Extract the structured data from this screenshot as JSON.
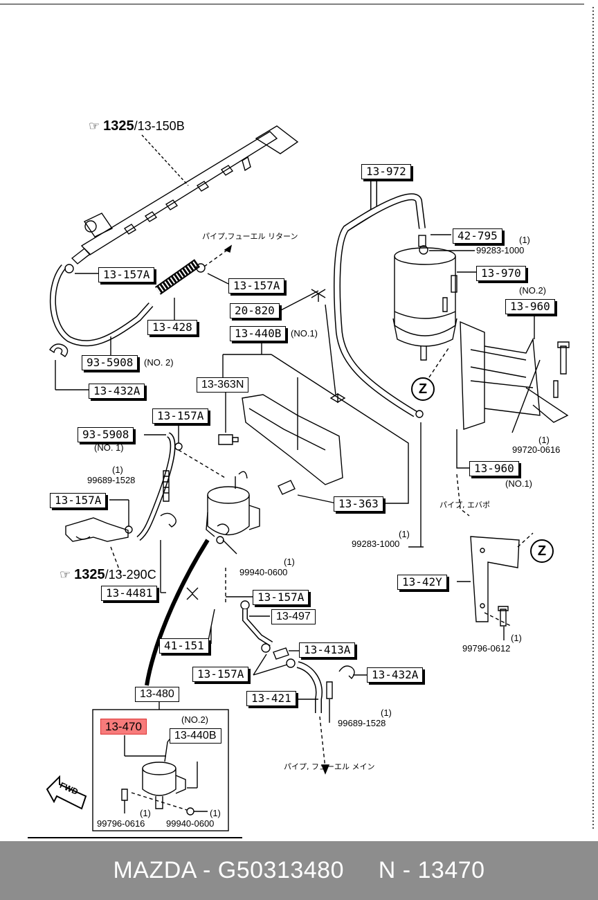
{
  "diagram": {
    "refs": [
      {
        "id": "ref-top",
        "prefix": "1325",
        "suffix": "/13-150B"
      },
      {
        "id": "ref-mid",
        "prefix": "1325",
        "suffix": "/13-290C"
      }
    ],
    "labels": {
      "l13972": "13-972",
      "l42795": "42-795",
      "l42795q": "(1)",
      "l99283a": "99283-1000",
      "l13970": "13-970",
      "l13960no2tag": "(NO.2)",
      "l13960a": "13-960",
      "l13157a1": "13-157A",
      "l13157a2": "13-157A",
      "l20820": "20-820",
      "l13428": "13-428",
      "l13440b": "13-440B",
      "l13440bno1": "(NO.1)",
      "l935908a": "93-5908",
      "l935908ano": "(NO. 2)",
      "l13432a1": "13-432A",
      "l13363n": "13-363N",
      "l13157a3": "13-157A",
      "l935908b": "93-5908",
      "l935908bno": "(NO. 1)",
      "l99689aq": "(1)",
      "l99689a": "99689-1528",
      "l13157a4": "13-157A",
      "l13363": "13-363",
      "l99720q": "(1)",
      "l99720": "99720-0616",
      "l13960b": "13-960",
      "l13960no1": "(NO.1)",
      "l99283bq": "(1)",
      "l99283b": "99283-1000",
      "l99940aq": "(1)",
      "l99940a": "99940-0600",
      "l13481": "13-4481",
      "l13157a5": "13-157A",
      "l13497": "13-497",
      "l1342y": "13-42Y",
      "l41151": "41-151",
      "l13413a": "13-413A",
      "l13157a6": "13-157A",
      "l13432a2": "13-432A",
      "l99796aq": "(1)",
      "l99796a": "99796-0612",
      "l13421": "13-421",
      "l99689bq": "(1)",
      "l99689b": "99689-1528",
      "l13480": "13-480",
      "l13470": "13-470",
      "l13440bno2": "(NO.2)",
      "l13440b2": "13-440B",
      "l99796bq": "(1)",
      "l99796b": "99796-0616",
      "l99940bq": "(1)",
      "l99940b": "99940-0600",
      "jp_return": "パイプ,フューエル リターン",
      "jp_evap": "パイプ, エバポ",
      "jp_main": "パイプ, フューエル メイン",
      "fwd": "FWD",
      "z1": "Z",
      "z2": "Z"
    }
  },
  "footer": {
    "brand": "MAZDA",
    "part_number": "G50313480",
    "code": "N - 13470",
    "text": "MAZDA - G50313480     N - 13470"
  },
  "colors": {
    "footer_bg": "#8d8d8d",
    "highlight": "#f77b7b"
  }
}
